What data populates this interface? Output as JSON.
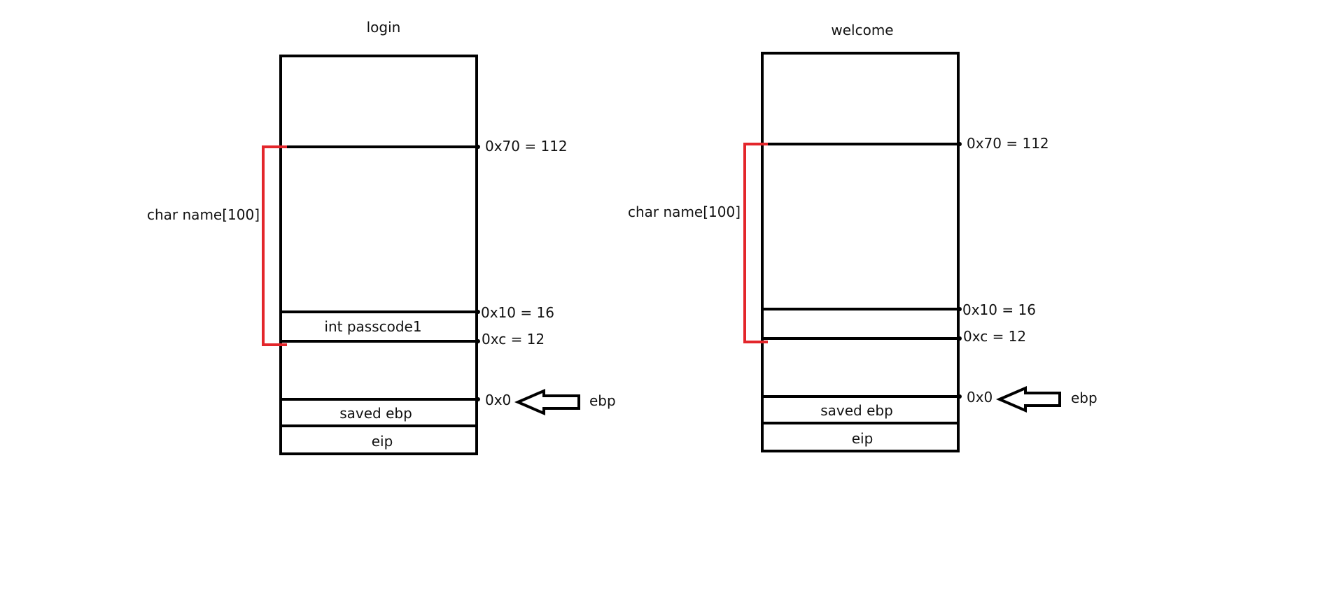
{
  "colors": {
    "line": "#000000",
    "bracket": "#e3262b",
    "text": "#111111"
  },
  "login": {
    "title": "login",
    "name_label": "char name[100]",
    "offset_0x70": "0x70 = 112",
    "offset_0x10": "0x10 = 16",
    "offset_0xc": "0xc = 12",
    "offset_0x0": "0x0",
    "passcode_label": "int passcode1",
    "saved_ebp": "saved ebp",
    "eip": "eip",
    "ebp_pointer": "ebp"
  },
  "welcome": {
    "title": "welcome",
    "name_label": "char name[100]",
    "offset_0x70": "0x70 = 112",
    "offset_0x10": "0x10 = 16",
    "offset_0xc": "0xc = 12",
    "offset_0x0": "0x0",
    "saved_ebp": "saved ebp",
    "eip": "eip",
    "ebp_pointer": "ebp"
  }
}
